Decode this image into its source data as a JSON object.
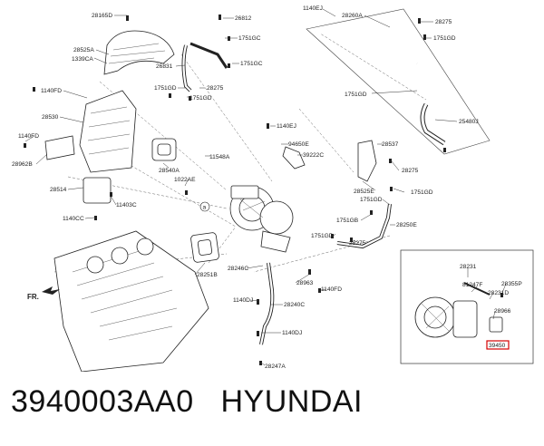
{
  "diagram": {
    "labels": [
      "28165D",
      "28525A",
      "1339CA",
      "1140FD",
      "28530",
      "1140FD",
      "28962B",
      "28514",
      "1140CC",
      "1140EJ",
      "28260A",
      "28275",
      "1751GD",
      "1751GD",
      "25480J",
      "26812",
      "1751GC",
      "26831",
      "1751GC",
      "1751GD",
      "28275",
      "1751GD",
      "1140EJ",
      "94650E",
      "39222C",
      "28537",
      "11548A",
      "28540A",
      "1022AE",
      "11403C",
      "28275",
      "28525E",
      "1751GD",
      "1751GD",
      "1751GB",
      "28250E",
      "1751GD",
      "28275",
      "28246C",
      "28251B",
      "28963",
      "1140FD",
      "1140DJ",
      "28240C",
      "1140DJ",
      "28247A",
      "28231",
      "81247F",
      "28355P",
      "28231D",
      "28966",
      "39450",
      "FR."
    ],
    "circle_marker": "a"
  },
  "footer": {
    "part_number": "3940003AA0",
    "brand": "HYUNDAI"
  },
  "colors": {
    "highlight_box": "#d40000",
    "line": "#222222"
  }
}
